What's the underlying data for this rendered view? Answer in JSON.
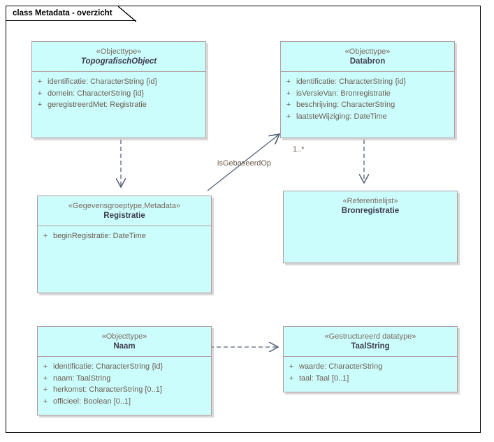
{
  "diagram": {
    "title": "class Metadata - overzicht",
    "colors": {
      "class_fill": "#ccfdfd",
      "class_border": "#b39c9c",
      "connector": "#55607a",
      "stereotype_text": "#7a6a5e",
      "class_name_text": "#3d3d4f",
      "frame_border": "#000000"
    }
  },
  "classes": [
    {
      "id": "topografischobject",
      "stereotype": "«Objecttype»",
      "name": "TopografischObject",
      "abstract": true,
      "attributes": [
        {
          "visibility": "+",
          "text": "identificatie: CharacterString {id}"
        },
        {
          "visibility": "+",
          "text": "domein: CharacterString {id}"
        },
        {
          "visibility": "+",
          "text": "geregistreerdMet: Registratie"
        }
      ]
    },
    {
      "id": "databron",
      "stereotype": "«Objecttype»",
      "name": "Databron",
      "abstract": false,
      "attributes": [
        {
          "visibility": "+",
          "text": "identificatie: CharacterString {id}"
        },
        {
          "visibility": "+",
          "text": "isVersieVan: Bronregistratie"
        },
        {
          "visibility": "+",
          "text": "beschrijving: CharacterString"
        },
        {
          "visibility": "+",
          "text": "laatsteWijziging: DateTime"
        }
      ]
    },
    {
      "id": "registratie",
      "stereotype": "«Gegevensgroeptype,Metadata»",
      "name": "Registratie",
      "abstract": false,
      "attributes": [
        {
          "visibility": "+",
          "text": "beginRegistratie: DateTime"
        }
      ]
    },
    {
      "id": "bronregistratie",
      "stereotype": "«Referentielijst»",
      "name": "Bronregistratie",
      "abstract": false,
      "attributes": []
    },
    {
      "id": "naam",
      "stereotype": "«Objecttype»",
      "name": "Naam",
      "abstract": false,
      "attributes": [
        {
          "visibility": "+",
          "text": "identificatie: CharacterString {id}"
        },
        {
          "visibility": "+",
          "text": "naam: TaalString"
        },
        {
          "visibility": "+",
          "text": "herkomst: CharacterString [0..1]"
        },
        {
          "visibility": "+",
          "text": "officieel: Boolean [0..1]"
        }
      ]
    },
    {
      "id": "taalstring",
      "stereotype": "«Gestructureerd datatype»",
      "name": "TaalString",
      "abstract": false,
      "attributes": [
        {
          "visibility": "+",
          "text": "waarde: CharacterString"
        },
        {
          "visibility": "+",
          "text": "taal: Taal [0..1]"
        }
      ]
    }
  ],
  "connectors": [
    {
      "id": "topografischobject-registratie",
      "kind": "dependency",
      "from": "topografischobject",
      "to": "registratie",
      "label": "",
      "multiplicity": ""
    },
    {
      "id": "databron-bronregistratie",
      "kind": "dependency",
      "from": "databron",
      "to": "bronregistratie",
      "label": "",
      "multiplicity": ""
    },
    {
      "id": "registratie-databron",
      "kind": "association",
      "from": "registratie",
      "to": "databron",
      "label": "isGebaseerdOp",
      "multiplicity": "1..*"
    },
    {
      "id": "naam-taalstring",
      "kind": "dependency",
      "from": "naam",
      "to": "taalstring",
      "label": "",
      "multiplicity": ""
    }
  ]
}
